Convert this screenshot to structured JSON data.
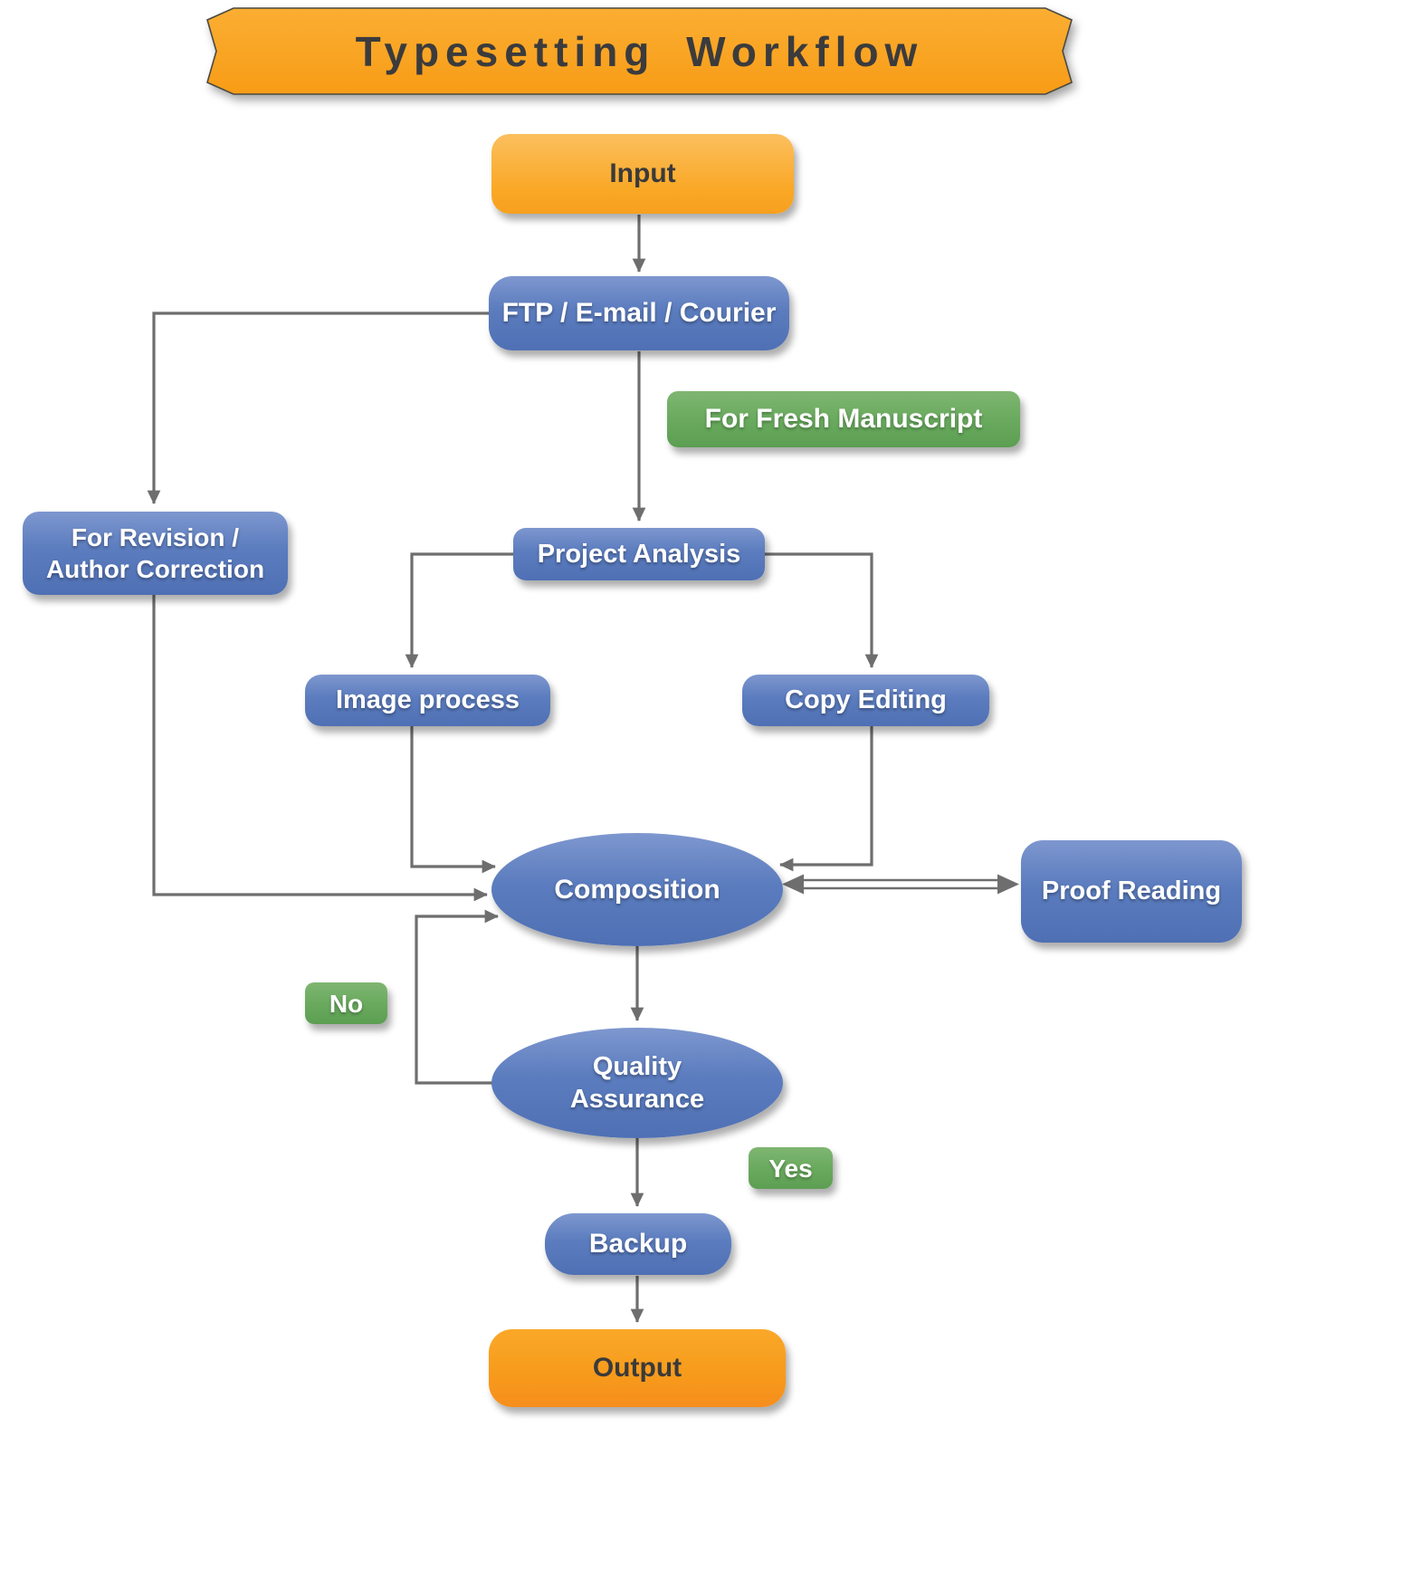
{
  "title": "Typesetting Workflow",
  "nodes": {
    "input": "Input",
    "ftp": "FTP / E-mail / Courier",
    "fresh_manuscript": "For Fresh Manuscript",
    "revision": "For Revision /\nAuthor Correction",
    "project_analysis": "Project Analysis",
    "image_process": "Image process",
    "copy_editing": "Copy Editing",
    "composition": "Composition",
    "proof_reading": "Proof Reading",
    "quality_assurance": "Quality\nAssurance",
    "no": "No",
    "yes": "Yes",
    "backup": "Backup",
    "output": "Output"
  },
  "colors": {
    "orange": "#F9A826",
    "blue": "#5B7CBE",
    "green": "#68A95D",
    "arrow": "#6E6E6E",
    "title_text": "#3B3B3D"
  }
}
